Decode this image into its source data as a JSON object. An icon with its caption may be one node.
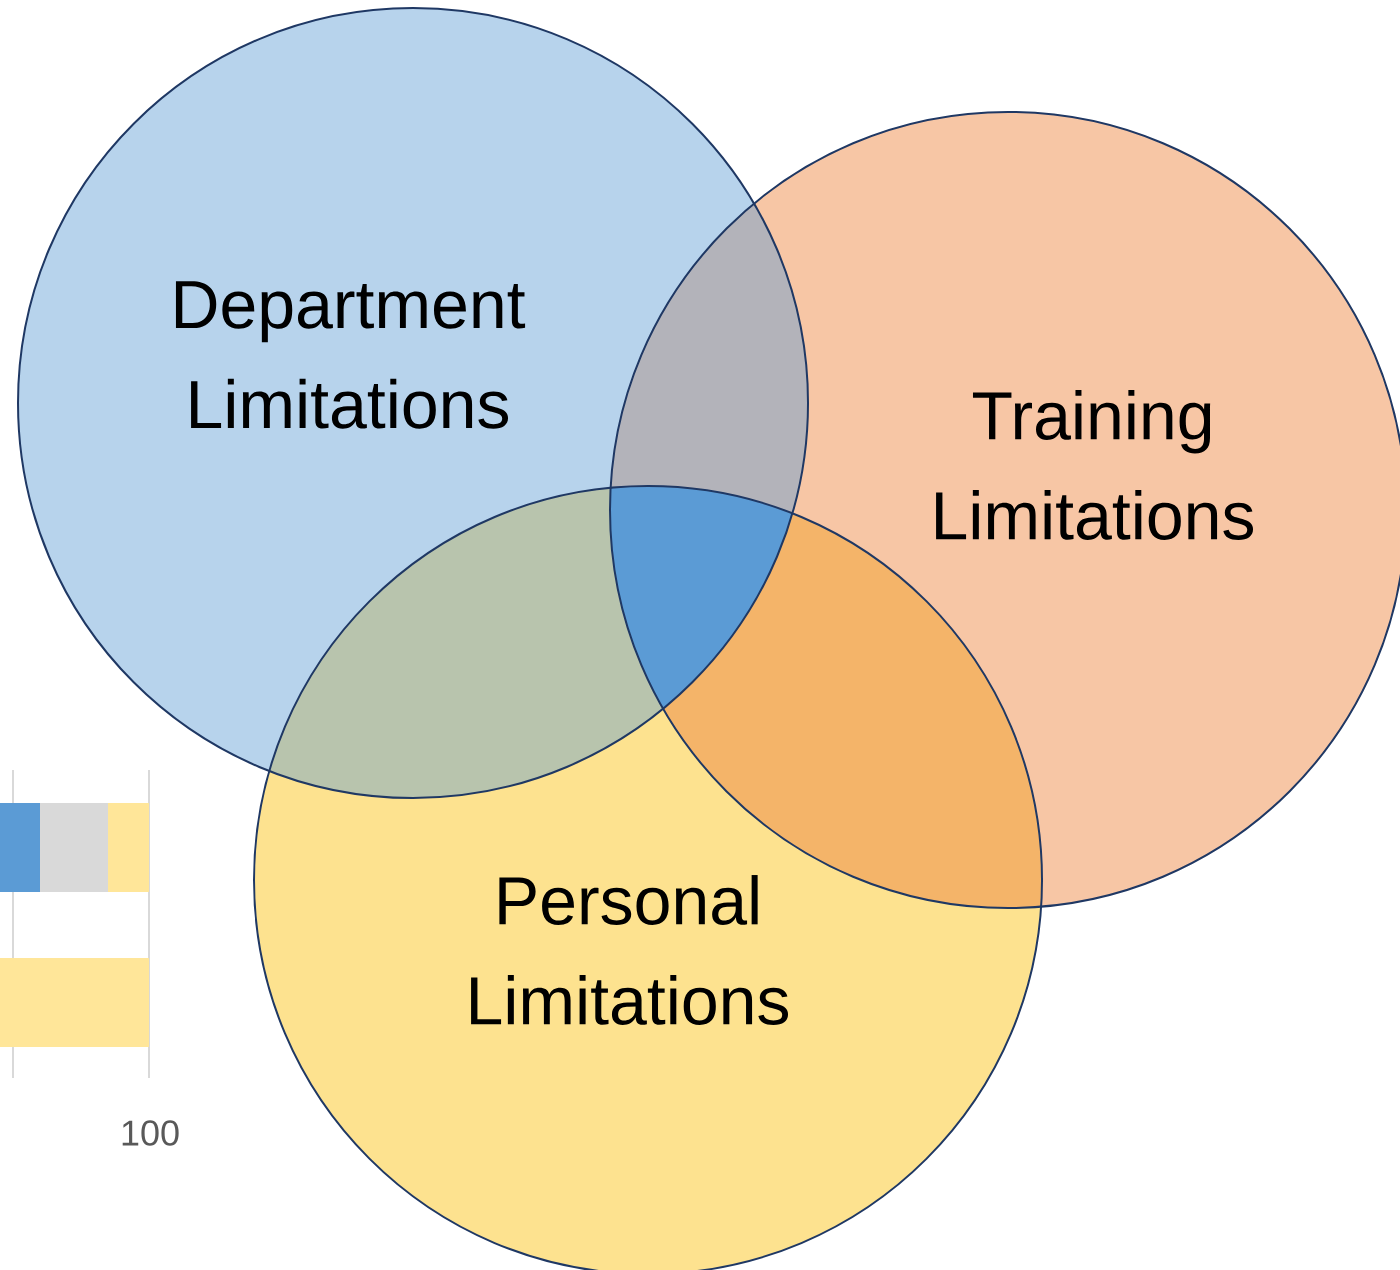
{
  "diagram": {
    "nodes": [
      {
        "text": [
          "Department Limitations"
        ]
      },
      {
        "text": [
          "Training Limitations"
        ]
      },
      {
        "text": [
          "Personal Limitations"
        ]
      }
    ],
    "labels": [
      "100"
    ]
  }
}
